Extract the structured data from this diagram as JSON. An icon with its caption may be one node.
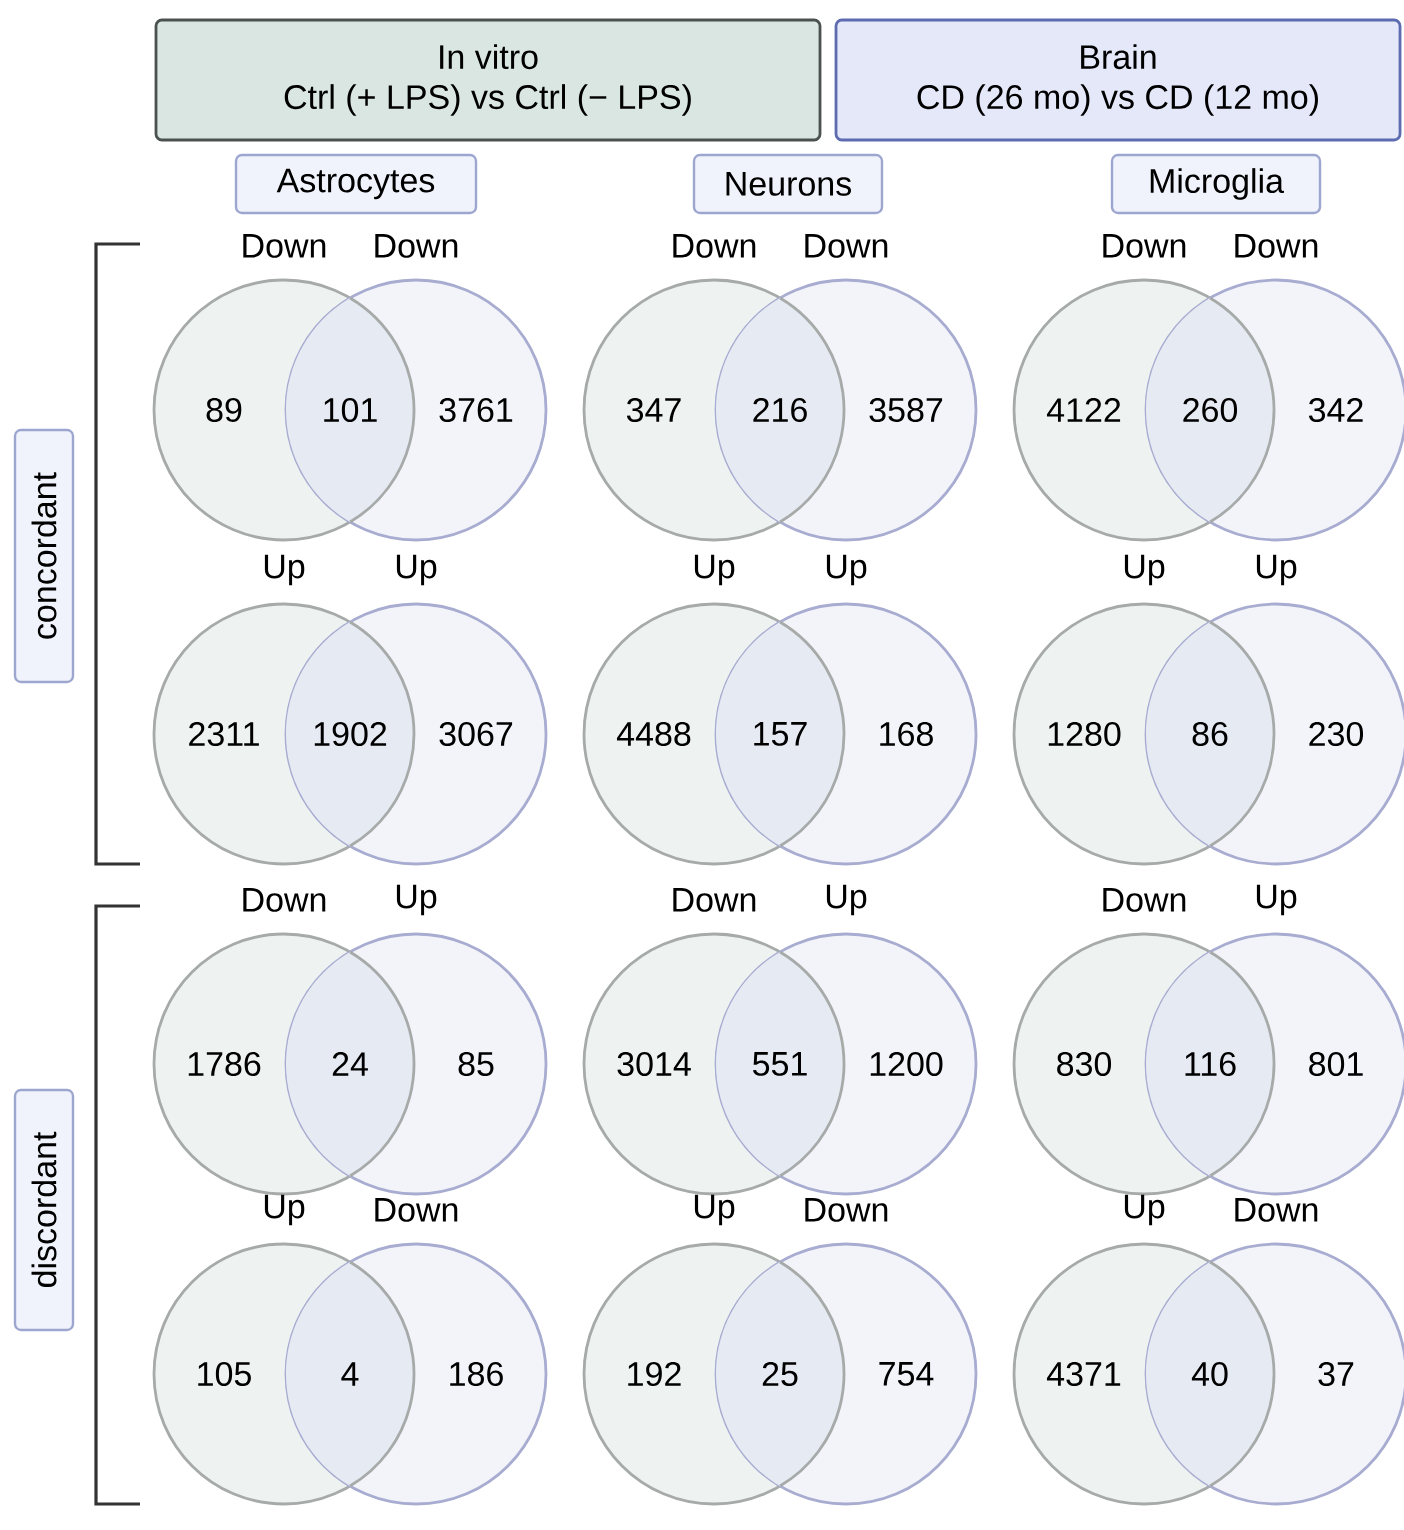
{
  "diagram": {
    "nodes": [
      {
        "text": [
          "In vitro",
          "Ctrl (+ LPS) vs Ctrl (− LPS)"
        ]
      },
      {
        "text": [
          "Brain",
          "CD (26 mo) vs CD (12 mo)"
        ]
      },
      {
        "text": [
          "Astrocytes"
        ]
      },
      {
        "text": [
          "Neurons"
        ]
      },
      {
        "text": [
          "Microglia"
        ]
      },
      {
        "text": [
          "concordant"
        ]
      },
      {
        "text": [
          "discordant"
        ]
      },
      {
        "text": [
          "89"
        ],
        "beside": [
          "Down"
        ]
      },
      {
        "text": [
          "3761"
        ],
        "beside": [
          "Down"
        ]
      },
      {
        "text": [
          "347"
        ],
        "beside": [
          "Down"
        ]
      },
      {
        "text": [
          "3587"
        ],
        "beside": [
          "Down"
        ]
      },
      {
        "text": [
          "4122"
        ],
        "beside": [
          "Down"
        ]
      },
      {
        "text": [
          "342"
        ],
        "beside": [
          "Down"
        ]
      },
      {
        "text": [
          "2311"
        ],
        "beside": [
          "Up"
        ]
      },
      {
        "text": [
          "3067"
        ],
        "beside": [
          "Up"
        ]
      },
      {
        "text": [
          "4488"
        ],
        "beside": [
          "Up"
        ]
      },
      {
        "text": [
          "168"
        ],
        "beside": [
          "Up"
        ]
      },
      {
        "text": [
          "1280"
        ],
        "beside": [
          "Up"
        ]
      },
      {
        "text": [
          "230"
        ],
        "beside": [
          "Up"
        ]
      },
      {
        "text": [
          "1786"
        ],
        "beside": [
          "Down"
        ]
      },
      {
        "text": [
          "85"
        ],
        "beside": [
          "Up"
        ]
      },
      {
        "text": [
          "3014"
        ],
        "beside": [
          "Down"
        ]
      },
      {
        "text": [
          "1200"
        ],
        "beside": [
          "Up"
        ]
      },
      {
        "text": [
          "830"
        ],
        "beside": [
          "Down"
        ]
      },
      {
        "text": [
          "801"
        ],
        "beside": [
          "Up"
        ]
      },
      {
        "text": [
          "105"
        ],
        "beside": [
          "Up"
        ]
      },
      {
        "text": [
          "186"
        ],
        "beside": [
          "Down"
        ]
      },
      {
        "text": [
          "192"
        ],
        "beside": [
          "Up"
        ]
      },
      {
        "text": [
          "754"
        ],
        "beside": [
          "Down"
        ]
      },
      {
        "text": [
          "4371"
        ],
        "beside": [
          "Up"
        ]
      },
      {
        "text": [
          "37"
        ],
        "beside": [
          "Down"
        ]
      }
    ],
    "labels": [
      "101",
      "216",
      "260",
      "1902",
      "157",
      "86",
      "24",
      "551",
      "116",
      "4",
      "25",
      "40"
    ]
  }
}
